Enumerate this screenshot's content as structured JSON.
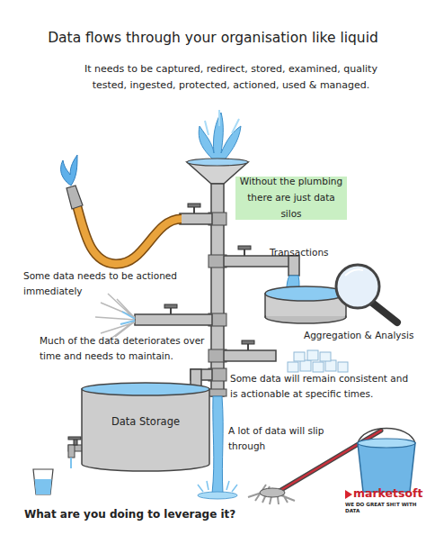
{
  "diagram": {
    "title": "Data flows through your organisation like liquid",
    "nodes": [
      {
        "text": [
          "Without the plumbing there are just data silos"
        ]
      },
      {
        "text": [
          "Data Storage"
        ]
      }
    ],
    "labels": [
      "It needs to be captured, redirect, stored, examined, quality tested, ingested, protected, actioned, used & managed.",
      "Transactions",
      "Some data needs to be actioned immediately",
      "Aggregation & Analysis",
      "Much of the data deteriorates over time and needs to maintain.",
      "Some data will remain consistent and is actionable at specific times.",
      "A lot of data will slip through",
      "What are you doing to leverage it?",
      "marketsoft",
      "WE DO GREAT SH!T WITH DATA"
    ]
  }
}
